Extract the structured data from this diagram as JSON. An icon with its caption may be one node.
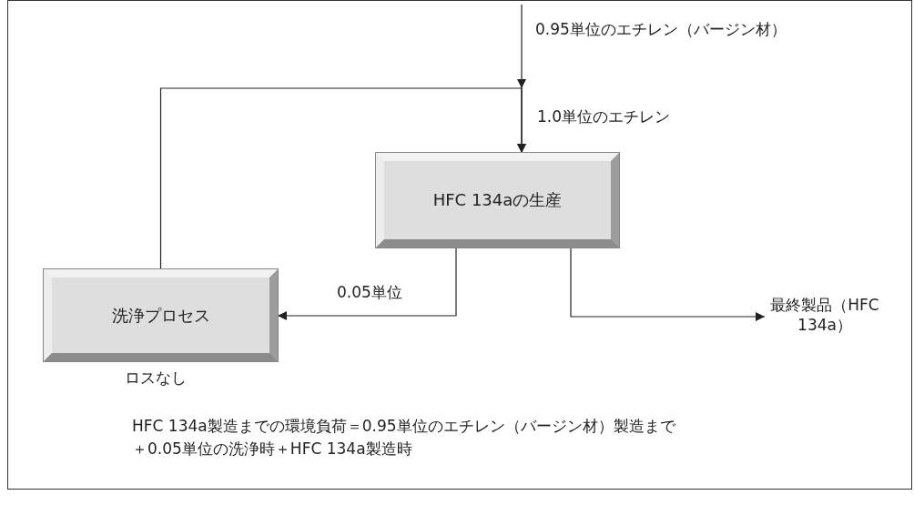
{
  "diagram": {
    "nodes": [
      {
        "text": [
          "HFC 134aの生産"
        ]
      },
      {
        "text": [
          "洗浄プロセス"
        ],
        "beside": [
          "ロスなし"
        ]
      },
      {
        "text": [
          "最終製品（HFC 134a）"
        ]
      }
    ],
    "edges": [
      {
        "from": null,
        "to": 0,
        "arrow": "to",
        "label": "0.95単位のエチレン（バージン材）"
      },
      {
        "from": 1,
        "to": 0,
        "arrow": "to"
      },
      {
        "from": 0,
        "to": 1,
        "arrow": "to",
        "label": "0.05単位"
      },
      {
        "from": 0,
        "to": 2,
        "arrow": "to"
      }
    ],
    "labels": [
      "1.0単位のエチレン",
      "HFC 134a製造までの環境負荷＝0.95単位のエチレン（バージン材）製造まで＋0.05単位の洗浄時＋HFC 134a製造時"
    ]
  }
}
